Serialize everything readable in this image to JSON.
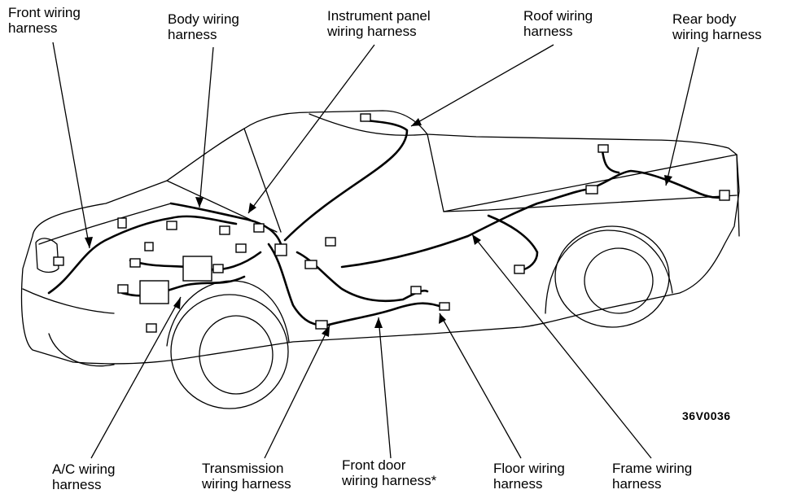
{
  "figure_code": "36V0036",
  "labels": {
    "front_wiring": [
      "Front wiring",
      "harness"
    ],
    "body_wiring": [
      "Body wiring",
      "harness"
    ],
    "instrument_panel": [
      "Instrument panel",
      "wiring harness"
    ],
    "roof_wiring": [
      "Roof wiring",
      "harness"
    ],
    "rear_body": [
      "Rear body",
      "wiring harness"
    ],
    "ac_wiring": [
      "A/C wiring",
      "harness"
    ],
    "transmission": [
      "Transmission",
      "wiring harness"
    ],
    "front_door": [
      "Front door",
      "wiring harness*"
    ],
    "floor_wiring": [
      "Floor wiring",
      "harness"
    ],
    "frame_wiring": [
      "Frame wiring",
      "harness"
    ]
  }
}
